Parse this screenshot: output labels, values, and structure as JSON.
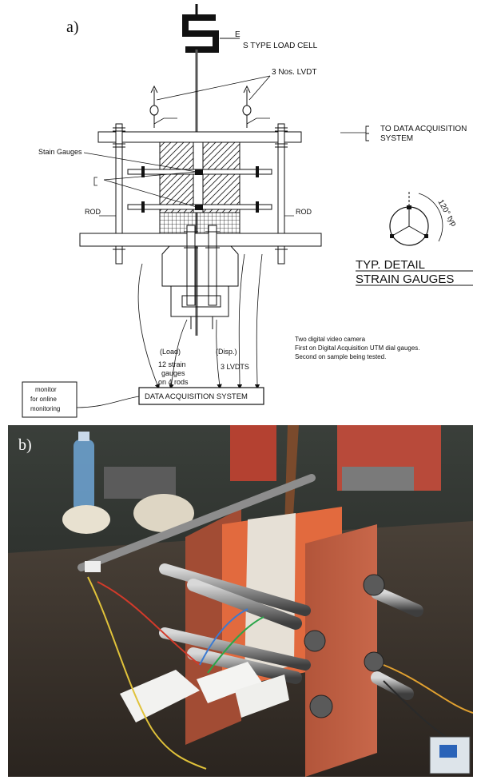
{
  "panel_a": {
    "label": "a)",
    "load_cell": "S TYPE LOAD CELL",
    "lvdt": "3 Nos. LVDT",
    "to_daq_line1": "TO DATA ACQUISITION",
    "to_daq_line2": "SYSTEM",
    "strain_gauges_label": "Stain Gauges",
    "rod_left": "ROD",
    "rod_right": "ROD",
    "angle_label": "120° typ",
    "detail_line1": "TYP. DETAIL",
    "detail_line2": "STRAIN GAUGES",
    "load": "(Load)",
    "disp": "(Disp.)",
    "strain_line1": "12 strain",
    "strain_line2": "gauges",
    "strain_line3": "on 4 rods",
    "lvdts": "3 LVDTS",
    "camera_line1": "Two digital video camera",
    "camera_line2": "First on  Digital Acquisition UTM dial gauges.",
    "camera_line3": "Second on sample being tested.",
    "daq_box": "DATA ACQUISITION SYSTEM",
    "monitor_line1": "monitor",
    "monitor_line2": "for online",
    "monitor_line3": "monitoring",
    "e_mark": "E"
  },
  "panel_b": {
    "label": "b)"
  }
}
